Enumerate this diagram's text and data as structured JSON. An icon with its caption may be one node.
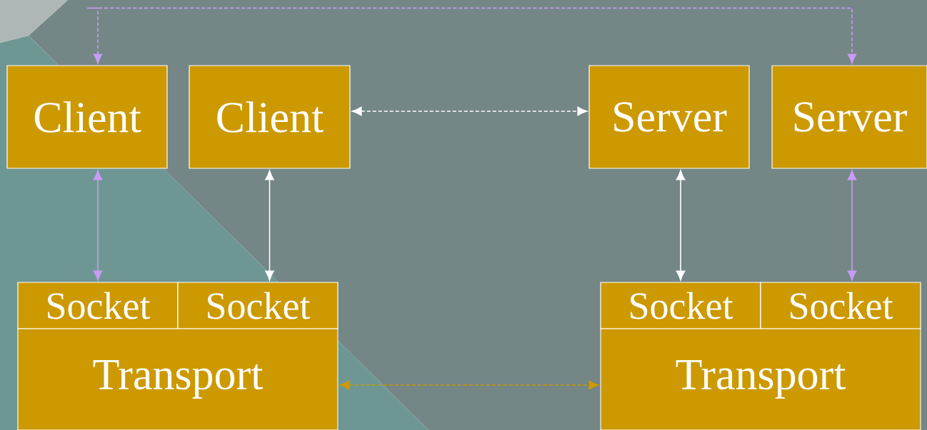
{
  "diagram": {
    "nodes": [
      {
        "text": [
          "Client"
        ]
      },
      {
        "text": [
          "Client"
        ]
      },
      {
        "text": [
          "Server"
        ]
      },
      {
        "text": [
          "Server"
        ]
      },
      {
        "text": [
          "Socket"
        ]
      },
      {
        "text": [
          "Socket"
        ]
      },
      {
        "text": [
          "Socket"
        ]
      },
      {
        "text": [
          "Socket"
        ]
      },
      {
        "text": [
          "Transport"
        ]
      },
      {
        "text": [
          "Transport"
        ]
      }
    ],
    "edges": [
      {
        "from": 0,
        "to": 3,
        "arrow": "both",
        "style": "dashed",
        "color": "#c89cf6"
      },
      {
        "from": 1,
        "to": 2,
        "arrow": "both",
        "style": "dashed",
        "color": "#ffffff"
      },
      {
        "from": 0,
        "to": 4,
        "arrow": "both",
        "color": "#c89cf6"
      },
      {
        "from": 1,
        "to": 5,
        "arrow": "both",
        "color": "#ffffff"
      },
      {
        "from": 2,
        "to": 6,
        "arrow": "both",
        "color": "#ffffff"
      },
      {
        "from": 3,
        "to": 7,
        "arrow": "both",
        "color": "#c89cf6"
      },
      {
        "from": 8,
        "to": 9,
        "arrow": "both",
        "style": "dashed",
        "color": "#cc9900"
      }
    ]
  }
}
